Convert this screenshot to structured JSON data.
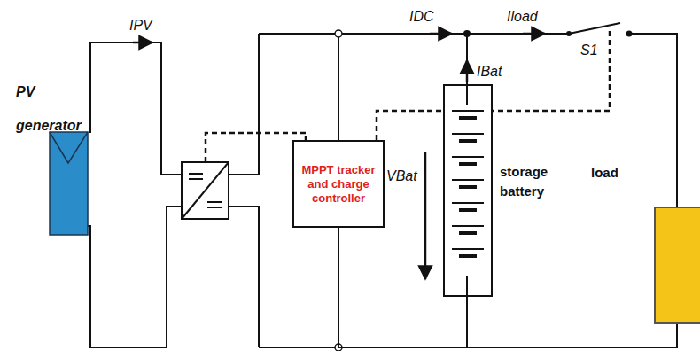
{
  "diagram": {
    "nodes": [
      {
        "text": [
          "PV generator"
        ]
      },
      {
        "text": [
          "MPPT tracker and charge controller"
        ]
      },
      {
        "text": [
          "storage battery"
        ]
      },
      {
        "text": [
          "load"
        ]
      }
    ],
    "edges": [
      {
        "from": 1,
        "to": 2,
        "arrow": "none"
      },
      {
        "from": 2,
        "to": 3,
        "arrow": "none"
      }
    ],
    "labels": [
      "IPV",
      "IDC",
      "Iload",
      "IBat",
      "VBat",
      "S1"
    ]
  }
}
